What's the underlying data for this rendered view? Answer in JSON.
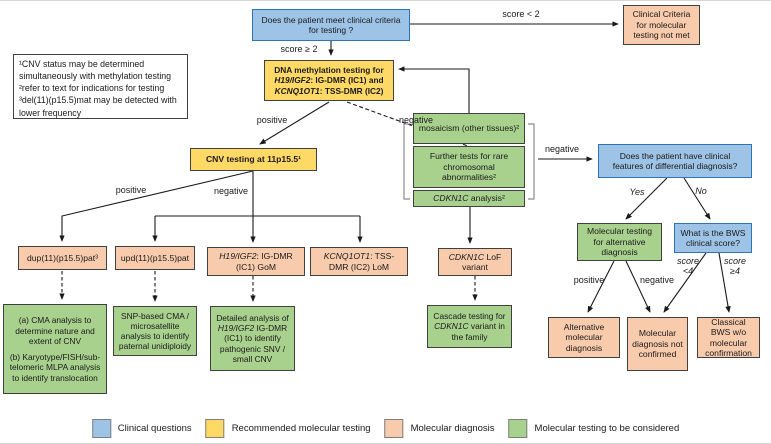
{
  "nodes": {
    "criteria_question": {
      "line1": "Does the patient meet clinical criteria",
      "line2": "for testing ?"
    },
    "criteria_not_met": "Clinical Criteria for molecular testing not met",
    "methylation": {
      "pre": "DNA methylation testing for ",
      "gene1": "H19/IGF2",
      "mid": ": IG-DMR (IC1) and ",
      "gene2": "KCNQ1OT1",
      "post": ": TSS-DMR (IC2)"
    },
    "footnotes": {
      "note1": "¹CNV status may be determined simultaneously with methylation testing",
      "note2": "²refer to text for indications for testing",
      "note3": "³del(11)(p15.5)mat may be detected with lower frequency"
    },
    "mosaicism": "mosaicism (other tissues)²",
    "further_tests": "Further tests for rare chromosomal abnormalities²",
    "cdkn1c_analysis": {
      "gene": "CDKN1C",
      "post": " analysis²"
    },
    "cnv_testing": "CNV testing at 11p15.5¹",
    "differential_question": {
      "line1": "Does the patient have clinical",
      "line2": "features of differential diagnosis?"
    },
    "dup": "dup(11)(p15.5)pat³",
    "upd": "upd(11)(p15.5)pat",
    "ic1_gom": {
      "gene": "H19/IGF2",
      "post": ": IG-DMR (IC1) GoM"
    },
    "ic2_lom": {
      "gene": "KCNQ1OT1",
      "post": ": TSS-DMR (IC2) LoM"
    },
    "cdkn1c_lof": {
      "gene": "CDKN1C",
      "post": " LoF variant"
    },
    "alt_testing": "Molecular testing for alternative diagnosis",
    "bws_score_question": "What is the BWS clinical score?",
    "cma_analysis": {
      "para_a": "(a) CMA analysis to determine nature and extent of CNV",
      "para_b": "(b) Karyotype/FISH/sub-telomeric MLPA analysis to identify translocation"
    },
    "snp_cma": "SNP-based CMA / microsatellite analysis to identify paternal unidiploidy",
    "detailed_analysis": {
      "pre": "Detailed analysis of ",
      "gene": "H19/IGF2",
      "post": " IG-DMR (IC1) to identify pathogenic SNV / small CNV"
    },
    "cascade": {
      "pre": "Cascade testing for ",
      "gene": "CDKN1C",
      "post": " variant in the family"
    },
    "alt_diagnosis": "Alternative molecular diagnosis",
    "not_confirmed": "Molecular diagnosis not confirmed",
    "classical_bws": "Classical BWS w/o molecular confirmation"
  },
  "edge_labels": {
    "score_lt2": "score < 2",
    "score_ge2": "score ≥ 2",
    "meth_positive": "positive",
    "meth_negative": "negative",
    "stack_negative": "negative",
    "cnv_positive": "positive",
    "cnv_negative": "negative",
    "yes": "Yes",
    "no": "No",
    "alt_positive": "positive",
    "alt_negative": "negative",
    "score_lt4": "score <4",
    "score_ge4": "score ≥4"
  },
  "legend": {
    "items": [
      {
        "label": "Clinical questions",
        "color": "#9dc3e6"
      },
      {
        "label": "Recommended molecular testing",
        "color": "#ffd966"
      },
      {
        "label": "Molecular diagnosis",
        "color": "#f8cbad"
      },
      {
        "label": "Molecular testing to be considered",
        "color": "#a9d18e"
      }
    ]
  }
}
